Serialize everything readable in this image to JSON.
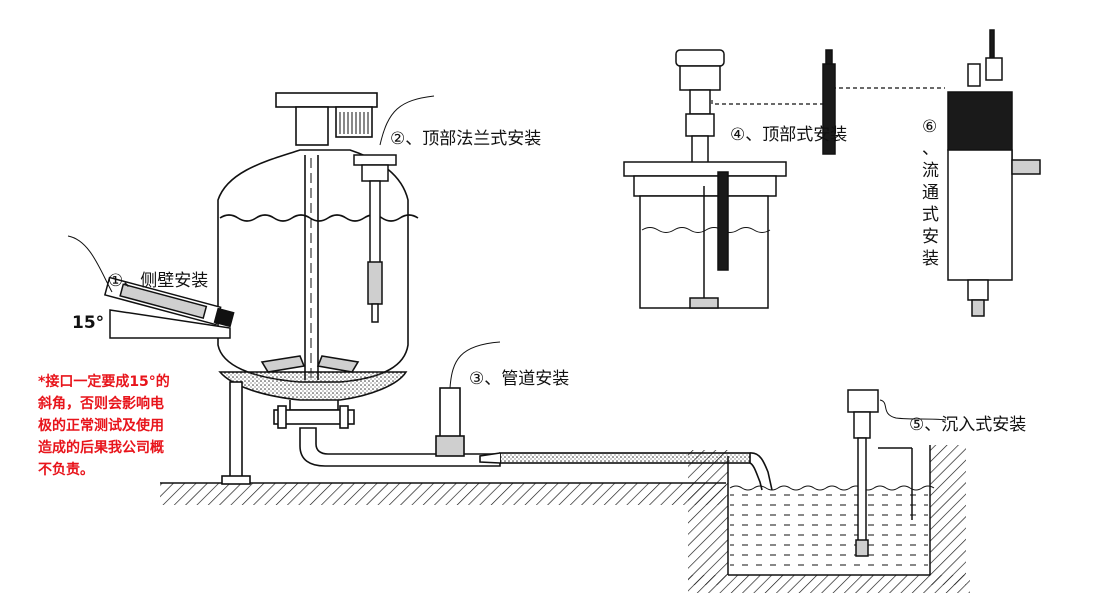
{
  "labels": {
    "side_wall": "①、侧壁安装",
    "angle": "15°",
    "top_flange": "②、顶部法兰式安装",
    "pipe": "③、管道安装",
    "top_mount": "④、顶部式安装",
    "submerged": "⑤、沉入式安装",
    "flow_through": "⑥、流通式安装"
  },
  "warning_lines": [
    "*接口一定要成15°的",
    "斜角，否则会影响电",
    "极的正常测试及使用",
    "造成的后果我公司概",
    "不负责。"
  ],
  "colors": {
    "line": "#111111",
    "warning_text": "#e8141b",
    "probe_dark": "#1a1a1a",
    "gray_fill": "#cfcfcf"
  }
}
